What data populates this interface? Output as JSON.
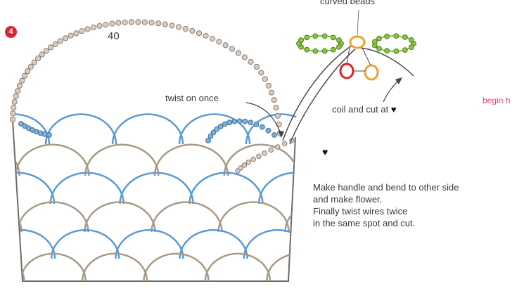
{
  "step_number": "4",
  "bead_count": "40",
  "labels": {
    "curved_beads": "curved beads",
    "twist_on_once": "twist on once",
    "coil_and_cut": "coil and cut at",
    "begin_h": "begin h"
  },
  "heart_symbol": "♥",
  "instructions": [
    "Make handle and bend to other side",
    "and make flower.",
    "Finally twist wires twice",
    "in the same spot and cut."
  ],
  "colors": {
    "blue_scallop": "#5b9bd5",
    "tan_scallop": "#a89a88",
    "wire": "#4a4a4a",
    "handle_bead": "#b8aba0",
    "blue_bead": "#7fb0d8",
    "leaf_green": "#8cc63f",
    "flower_red": "#d7262d",
    "flower_orange": "#f0a030",
    "accent_pink": "#e0457b",
    "step_badge": "#d7262d"
  }
}
